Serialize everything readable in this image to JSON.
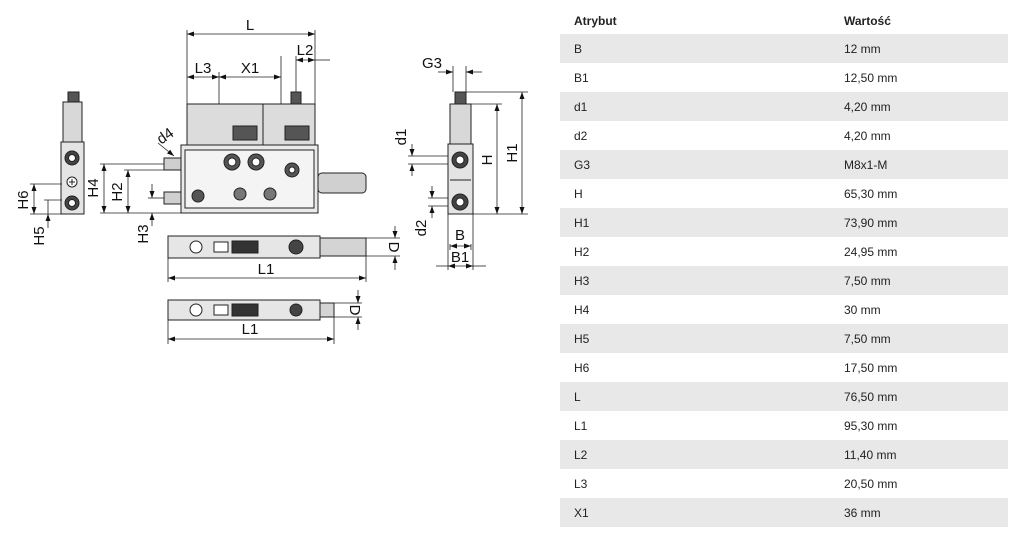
{
  "table": {
    "headers": [
      "Atrybut",
      "Wartość"
    ],
    "rows": [
      [
        "B",
        "12 mm"
      ],
      [
        "B1",
        "12,50 mm"
      ],
      [
        "d1",
        "4,20 mm"
      ],
      [
        "d2",
        "4,20 mm"
      ],
      [
        "G3",
        "M8x1-M"
      ],
      [
        "H",
        "65,30 mm"
      ],
      [
        "H1",
        "73,90 mm"
      ],
      [
        "H2",
        "24,95 mm"
      ],
      [
        "H3",
        "7,50 mm"
      ],
      [
        "H4",
        "30 mm"
      ],
      [
        "H5",
        "7,50 mm"
      ],
      [
        "H6",
        "17,50 mm"
      ],
      [
        "L",
        "76,50 mm"
      ],
      [
        "L1",
        "95,30 mm"
      ],
      [
        "L2",
        "11,40 mm"
      ],
      [
        "L3",
        "20,50 mm"
      ],
      [
        "X1",
        "36 mm"
      ]
    ]
  },
  "drawing": {
    "labels": {
      "L": "L",
      "L2": "L2",
      "L3": "L3",
      "X1": "X1",
      "d4": "d4",
      "H4": "H4",
      "H2": "H2",
      "H3": "H3",
      "H6": "H6",
      "H5": "H5",
      "D": "D",
      "L1": "L1",
      "G3": "G3",
      "d1": "d1",
      "d2": "d2",
      "H": "H",
      "H1": "H1",
      "B": "B",
      "B1": "B1"
    }
  }
}
